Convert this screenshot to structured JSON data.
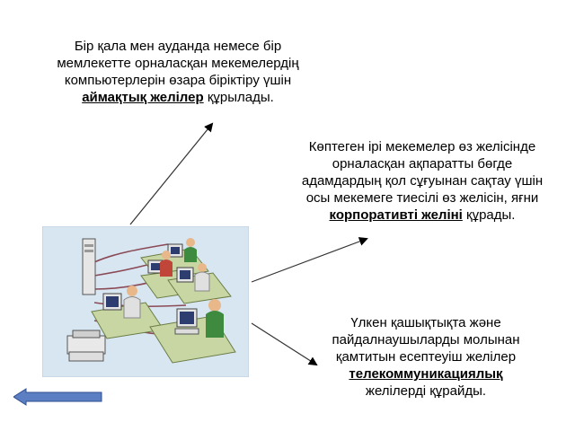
{
  "blocks": {
    "top": {
      "before": "Бір қала мен ауданда немесе бір мемлекетте орналасқан мекемелердің компьютерлерін өзара біріктіру үшін",
      "term": "аймақтық желілер",
      "after": "құрылады."
    },
    "right": {
      "before": "Көптеген ірі мекемелер өз желісінде орналасқан ақпаратты бөгде адамдардың қол сұғуынан сақтау үшін осы мекемеге тиесілі өз желісін, яғни",
      "term": "корпоративті желіні",
      "after": "құрады."
    },
    "bottom": {
      "before": "Үлкен қашықтықта және пайдалнаушыларды молынан қамтитын есептеуіш желілер",
      "term": "телекоммуникациялық",
      "after": "желілерді құрайды."
    }
  },
  "colors": {
    "back_arrow_fill": "#5b7fc2",
    "back_arrow_stroke": "#2f4f8f",
    "illustration_bg": "#d8e6f2"
  },
  "icons": {
    "back": "left-arrow-icon"
  }
}
